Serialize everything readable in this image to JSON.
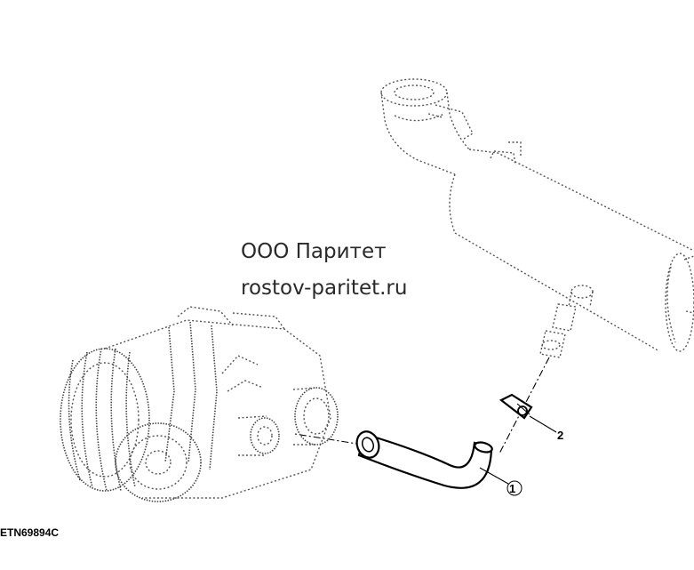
{
  "watermark": {
    "line1": "ООО Паритет",
    "line2": "rostov-paritet.ru"
  },
  "callouts": [
    {
      "label": "1",
      "part": "hose"
    },
    {
      "label": "2",
      "part": "hose-clamp"
    }
  ],
  "figure_code": "ETN69894C",
  "colors": {
    "line": "#000000",
    "ghost": "#555555",
    "watermark": "#2a2a2a"
  }
}
